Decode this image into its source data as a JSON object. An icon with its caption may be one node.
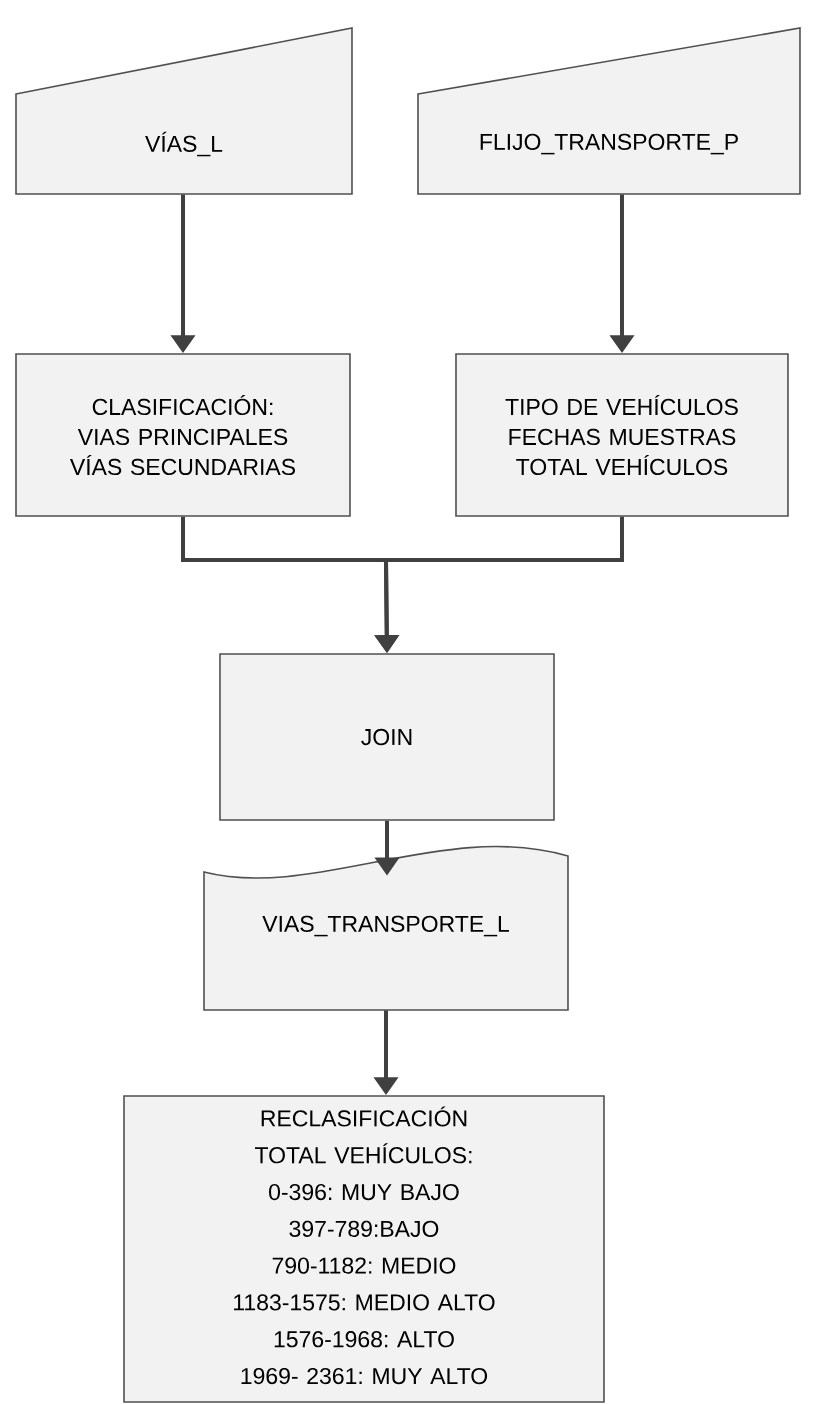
{
  "diagram": {
    "nodes": [
      {
        "text": [
          "VÍAS_L"
        ]
      },
      {
        "text": [
          "FLIJO_TRANSPORTE_P"
        ]
      },
      {
        "text": [
          "CLASIFICACIÓN: VIAS PRINCIPALES VÍAS SECUNDARIAS"
        ]
      },
      {
        "text": [
          "TIPO DE VEHÍCULOS FECHAS MUESTRAS TOTAL VEHÍCULOS"
        ]
      },
      {
        "text": [
          "JOIN"
        ]
      },
      {
        "text": [
          "VIAS_TRANSPORTE_L"
        ]
      },
      {
        "text": [
          "RECLASIFICACIÓN TOTAL VEHÍCULOS:",
          "0-396: MUY BAJO",
          "397-789:BAJO",
          "790-1182: MEDIO",
          "1183-1575: MEDIO ALTO",
          "1576-1968: ALTO",
          "1969- 2361: MUY ALTO"
        ]
      }
    ],
    "edges": [
      {
        "from": 0,
        "to": 2,
        "arrow": "to"
      },
      {
        "from": 1,
        "to": 3,
        "arrow": "to"
      },
      {
        "from": 2,
        "to": 4,
        "arrow": "to"
      },
      {
        "from": 3,
        "to": 4,
        "arrow": "to"
      },
      {
        "from": 4,
        "to": 5,
        "arrow": "to"
      },
      {
        "from": 5,
        "to": 6,
        "arrow": "to"
      }
    ]
  }
}
